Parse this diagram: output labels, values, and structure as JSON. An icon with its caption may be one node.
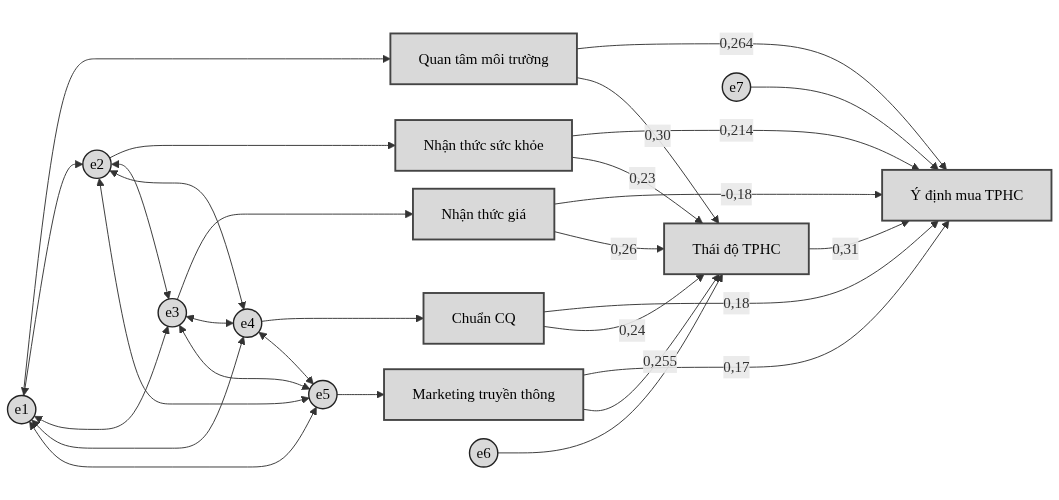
{
  "diagram": {
    "nodes": [
      {
        "text": [
          "e1"
        ]
      },
      {
        "text": [
          "e2"
        ]
      },
      {
        "text": [
          "e3"
        ]
      },
      {
        "text": [
          "e4"
        ]
      },
      {
        "text": [
          "e5"
        ]
      },
      {
        "text": [
          "Quan tâm môi trường"
        ]
      },
      {
        "text": [
          "Nhận thức sức khỏe"
        ]
      },
      {
        "text": [
          "Nhận thức giá"
        ]
      },
      {
        "text": [
          "Chuẩn CQ"
        ]
      },
      {
        "text": [
          "Marketing truyền thông"
        ]
      },
      {
        "text": [
          "e6"
        ]
      },
      {
        "text": [
          "Thái độ TPHC"
        ]
      },
      {
        "text": [
          "e7"
        ]
      },
      {
        "text": [
          "Ý định mua TPHC"
        ]
      }
    ],
    "edges": [
      {
        "from": 0,
        "to": 5,
        "arrow": "to"
      },
      {
        "from": 1,
        "to": 6,
        "arrow": "to"
      },
      {
        "from": 2,
        "to": 7,
        "arrow": "to"
      },
      {
        "from": 3,
        "to": 8,
        "arrow": "to"
      },
      {
        "from": 4,
        "to": 9,
        "arrow": "to"
      },
      {
        "from": 5,
        "to": 13,
        "arrow": "to",
        "label": "0,264"
      },
      {
        "from": 5,
        "to": 11,
        "arrow": "to",
        "label": "0,30"
      },
      {
        "from": 6,
        "to": 13,
        "arrow": "to",
        "label": "0,214"
      },
      {
        "from": 6,
        "to": 11,
        "arrow": "to",
        "label": "0,23"
      },
      {
        "from": 7,
        "to": 13,
        "arrow": "to",
        "label": "-0,18"
      },
      {
        "from": 7,
        "to": 11,
        "arrow": "to",
        "label": "0,26"
      },
      {
        "from": 8,
        "to": 13,
        "arrow": "to",
        "label": "0,18"
      },
      {
        "from": 8,
        "to": 11,
        "arrow": "to",
        "label": "0,24"
      },
      {
        "from": 9,
        "to": 13,
        "arrow": "to",
        "label": "0,17"
      },
      {
        "from": 9,
        "to": 11,
        "arrow": "to",
        "label": "0,255"
      },
      {
        "from": 10,
        "to": 11,
        "arrow": "to"
      },
      {
        "from": 11,
        "to": 13,
        "arrow": "to",
        "label": "0,31"
      },
      {
        "from": 12,
        "to": 13,
        "arrow": "to"
      },
      {
        "from": 0,
        "to": 1,
        "arrow": "both"
      },
      {
        "from": 0,
        "to": 2,
        "arrow": "both"
      },
      {
        "from": 0,
        "to": 3,
        "arrow": "both"
      },
      {
        "from": 0,
        "to": 4,
        "arrow": "both"
      },
      {
        "from": 1,
        "to": 2,
        "arrow": "both"
      },
      {
        "from": 1,
        "to": 3,
        "arrow": "both"
      },
      {
        "from": 1,
        "to": 4,
        "arrow": "both"
      },
      {
        "from": 2,
        "to": 3,
        "arrow": "both"
      },
      {
        "from": 2,
        "to": 4,
        "arrow": "both"
      },
      {
        "from": 3,
        "to": 4,
        "arrow": "both"
      }
    ]
  }
}
